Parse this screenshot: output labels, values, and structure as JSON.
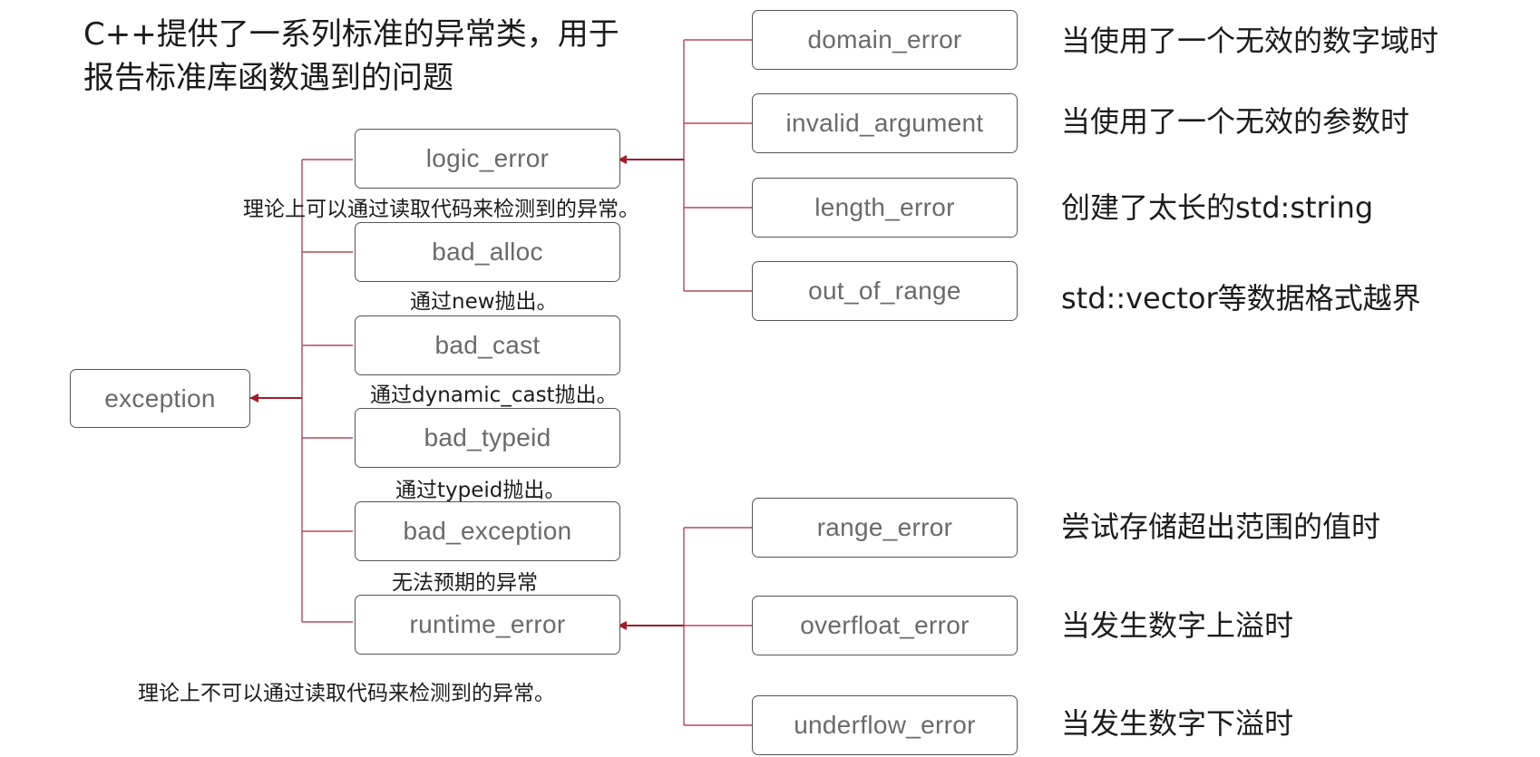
{
  "title": {
    "line1": "C++提供了一系列标准的异常类，用于",
    "line2": "报告标准库函数遇到的问题"
  },
  "root": {
    "label": "exception"
  },
  "children": [
    {
      "label": "logic_error",
      "note": "理论上可以通过读取代码来检测到的异常。"
    },
    {
      "label": "bad_alloc",
      "note": "通过new抛出。"
    },
    {
      "label": "bad_cast",
      "note": "通过dynamic_cast抛出。"
    },
    {
      "label": "bad_typeid",
      "note": "通过typeid抛出。"
    },
    {
      "label": "bad_exception",
      "note": "无法预期的异常"
    },
    {
      "label": "runtime_error",
      "note": "理论上不可以通过读取代码来检测到的异常。"
    }
  ],
  "logic_children": [
    {
      "label": "domain_error",
      "desc": "当使用了一个无效的数字域时"
    },
    {
      "label": "invalid_argument",
      "desc": "当使用了一个无效的参数时"
    },
    {
      "label": "length_error",
      "desc": "创建了太长的std:string"
    },
    {
      "label": "out_of_range",
      "desc": "std::vector等数据格式越界"
    }
  ],
  "runtime_children": [
    {
      "label": "range_error",
      "desc": "尝试存储超出范围的值时"
    },
    {
      "label": "overfloat_error",
      "desc": "当发生数字上溢时"
    },
    {
      "label": "underflow_error",
      "desc": "当发生数字下溢时"
    }
  ],
  "colors": {
    "connector": "#b5485a",
    "arrow": "#9c1f2e",
    "box_border": "#555555",
    "box_text": "#6a6a6a"
  }
}
